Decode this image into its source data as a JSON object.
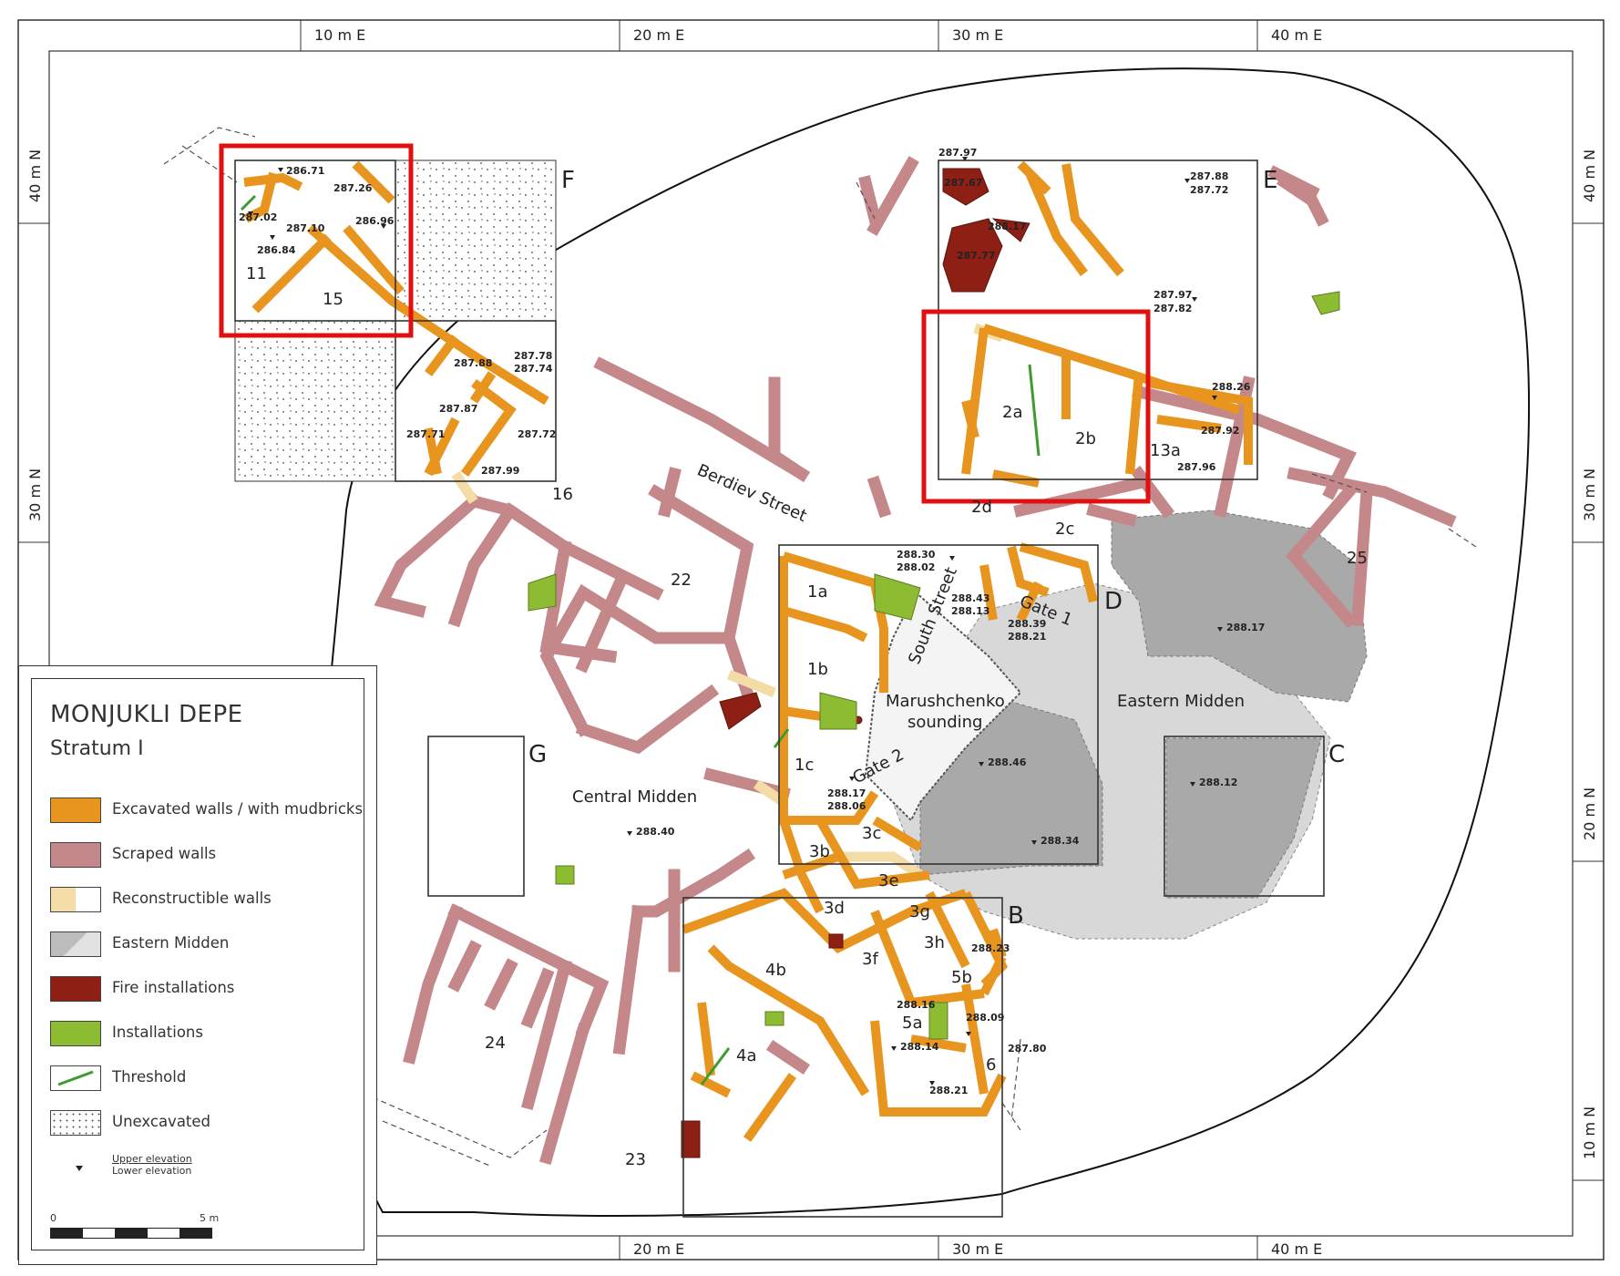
{
  "title": "MONJUKLI DEPE",
  "subtitle": "Stratum I",
  "grid": {
    "top_labels": [
      "10 m E",
      "20 m E",
      "30 m E",
      "40 m E"
    ],
    "bottom_labels": [
      "20 m E",
      "30 m E",
      "40 m E"
    ],
    "left_labels": [
      "40 m N",
      "30 m N"
    ],
    "right_labels": [
      "40 m N",
      "30 m N",
      "20 m N",
      "10 m N"
    ]
  },
  "legend": {
    "items": [
      {
        "label": "Excavated walls / with mudbricks",
        "color": "#e8951f"
      },
      {
        "label": "Scraped walls",
        "color": "#c4878a"
      },
      {
        "label": "Reconstructible walls",
        "color": "#f3dca5"
      },
      {
        "label": "Eastern Midden",
        "color": "#d6d6d6"
      },
      {
        "label": "Fire installations",
        "color": "#8d1f14"
      },
      {
        "label": "Installations",
        "color": "#8dbb32"
      },
      {
        "label": "Threshold",
        "color": "#3d9b2f"
      },
      {
        "label": "Unexcavated",
        "color": "#ffffff"
      }
    ],
    "elevation_upper": "Upper elevation",
    "elevation_lower": "Lower elevation",
    "scale_start": "0",
    "scale_end": "5 m"
  },
  "areas": {
    "trench_letters": [
      "F",
      "E",
      "D",
      "C",
      "G",
      "B"
    ],
    "streets": [
      "Berdiev Street",
      "South Street",
      "Gate 1",
      "Gate 2"
    ],
    "zones": [
      "Central Midden",
      "Eastern Midden",
      "Marushchenko",
      "sounding"
    ]
  },
  "rooms": [
    "11",
    "15",
    "16",
    "22",
    "1a",
    "1b",
    "1c",
    "2a",
    "2b",
    "2d",
    "2c",
    "13a",
    "25",
    "3b",
    "3c",
    "3e",
    "3d",
    "3g",
    "3h",
    "3f",
    "4b",
    "4a",
    "5b",
    "5a",
    "6",
    "24",
    "23"
  ],
  "elevations": [
    "286.71",
    "287.26",
    "287.02",
    "287.10",
    "286.96",
    "286.84",
    "287.88",
    "287.78",
    "287.74",
    "287.87",
    "287.71",
    "287.72",
    "287.99",
    "287.97",
    "287.67",
    "288.17",
    "287.77",
    "287.88",
    "287.72",
    "287.97",
    "287.82",
    "288.26",
    "287.92",
    "287.96",
    "288.30",
    "288.02",
    "288.43",
    "288.13",
    "288.39",
    "288.21",
    "288.17",
    "288.46",
    "288.34",
    "288.12",
    "288.17",
    "288.06",
    "288.40",
    "288.23",
    "288.16",
    "288.09",
    "288.14",
    "287.80",
    "288.21"
  ]
}
